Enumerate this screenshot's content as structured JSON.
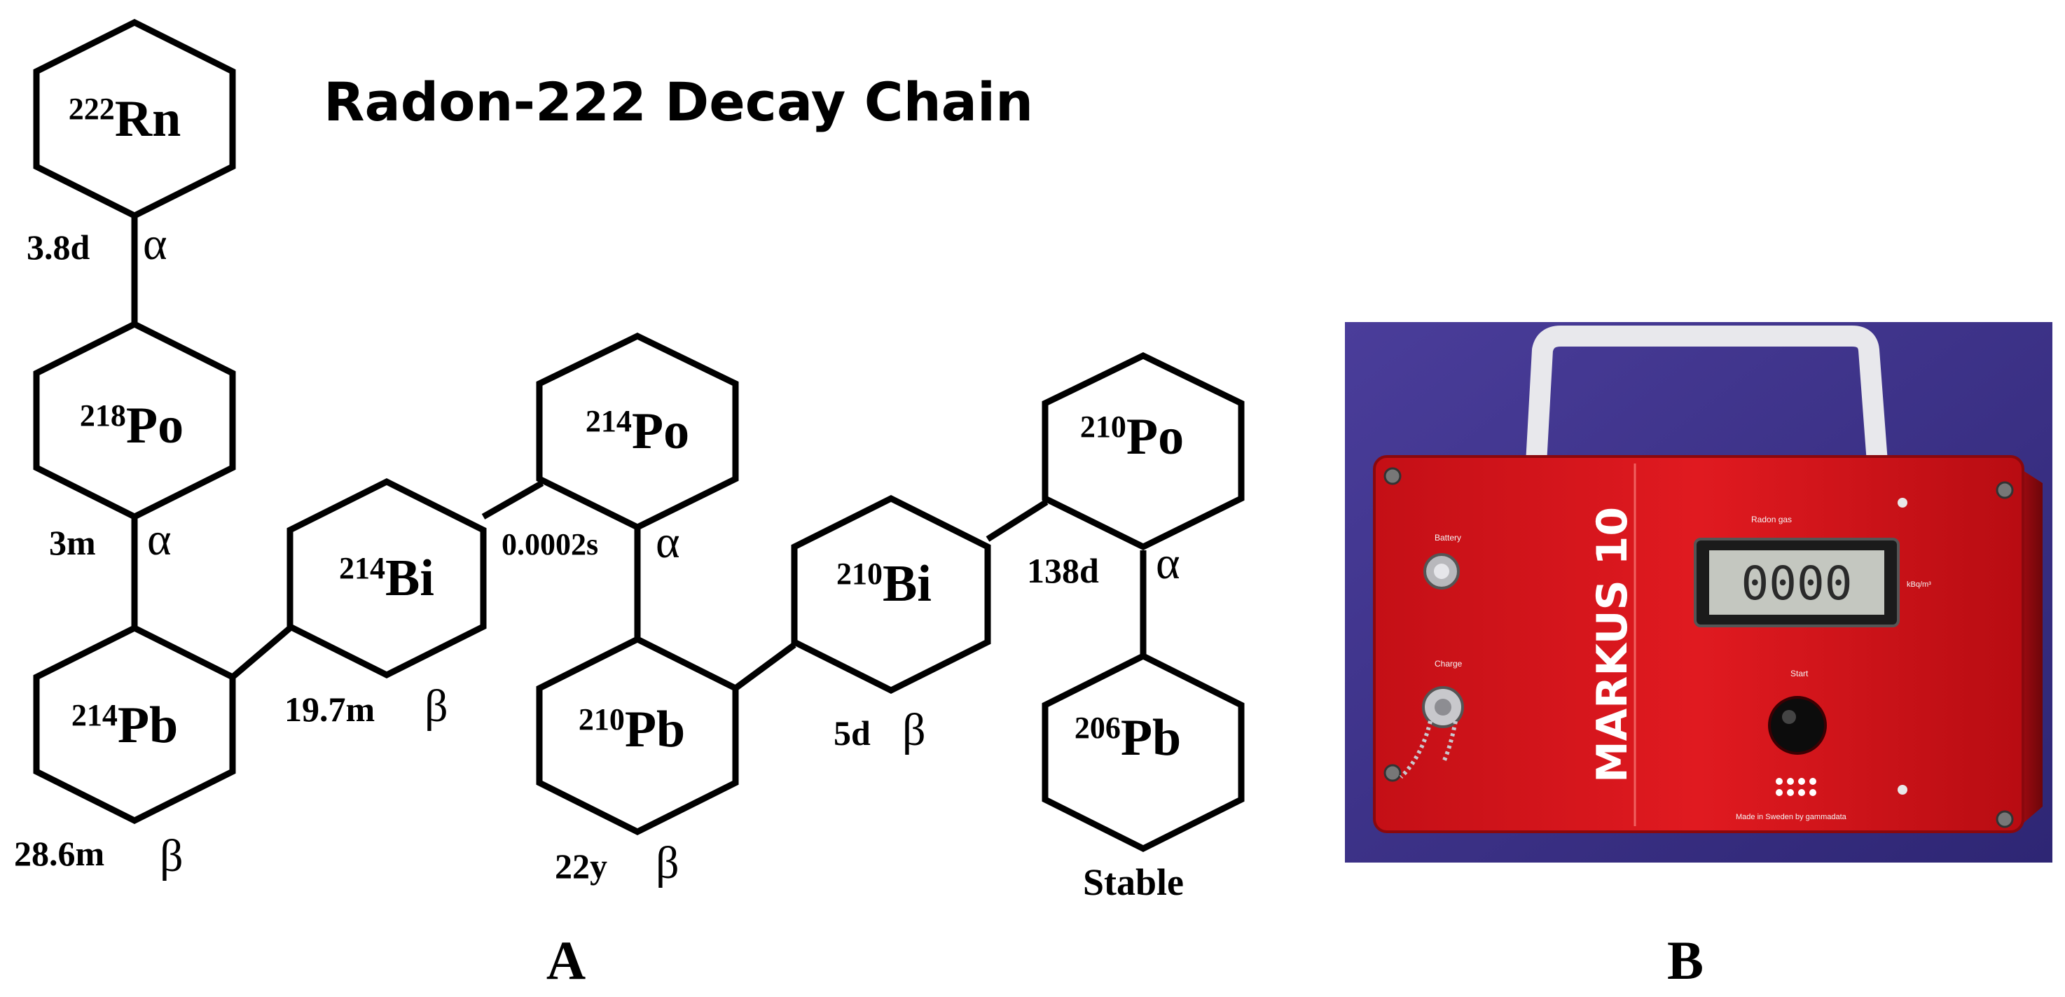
{
  "title": "Radon-222 Decay Chain",
  "nuclides": [
    {
      "mass": "222",
      "symbol": "Rn"
    },
    {
      "mass": "218",
      "symbol": "Po"
    },
    {
      "mass": "214",
      "symbol": "Pb"
    },
    {
      "mass": "214",
      "symbol": "Bi"
    },
    {
      "mass": "214",
      "symbol": "Po"
    },
    {
      "mass": "210",
      "symbol": "Pb"
    },
    {
      "mass": "210",
      "symbol": "Bi"
    },
    {
      "mass": "210",
      "symbol": "Po"
    },
    {
      "mass": "206",
      "symbol": "Pb"
    }
  ],
  "decays": [
    {
      "half_life": "3.8d",
      "mode": "α"
    },
    {
      "half_life": "3m",
      "mode": "α"
    },
    {
      "half_life": "28.6m",
      "mode": "β"
    },
    {
      "half_life": "19.7m",
      "mode": "β"
    },
    {
      "half_life": "0.0002s",
      "mode": "α"
    },
    {
      "half_life": "22y",
      "mode": "β"
    },
    {
      "half_life": "5d",
      "mode": "β"
    },
    {
      "half_life": "138d",
      "mode": "α"
    }
  ],
  "stable_label": "Stable",
  "panel_labels": {
    "a": "A",
    "b": "B"
  },
  "device": {
    "brand": "MARKUS 10",
    "readout": "0000",
    "labels": {
      "battery": "Battery",
      "charge": "Charge",
      "radon_gas": "Radon gas",
      "unit": "kBq/m³",
      "start": "Start",
      "maker": "Made in Sweden by gammadata"
    }
  },
  "colors": {
    "device_red": "#d8141a",
    "background_blue": "#3a2f86",
    "line": "#000000"
  }
}
